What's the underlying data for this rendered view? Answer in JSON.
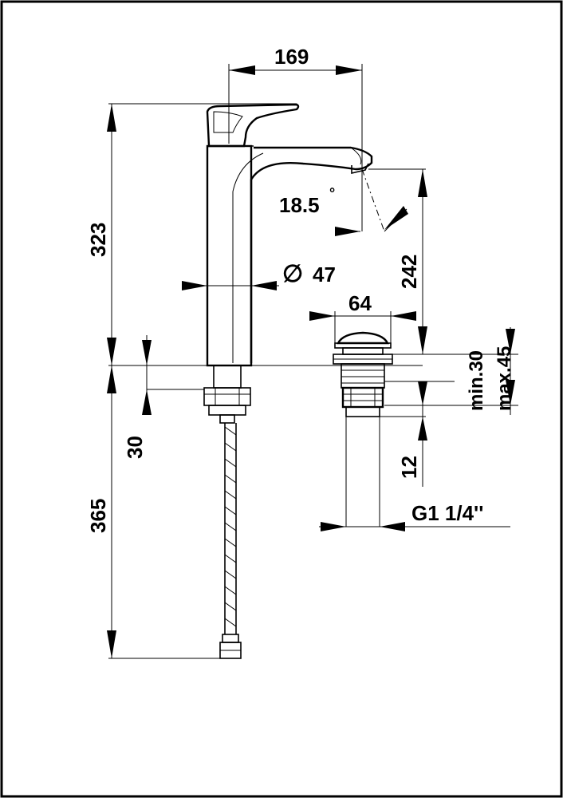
{
  "dimensions": {
    "spout_reach": "169",
    "spout_angle": "18.5",
    "degree_symbol": "°",
    "body_height": "323",
    "body_diameter_symbol": "∅",
    "body_diameter": "47",
    "spout_height": "242",
    "waste_cap_diameter": "64",
    "clamp_min": "min.30",
    "clamp_max": "max.45",
    "waste_thread_length": "12",
    "thread_size": "G1 1/4''",
    "base_thickness": "30",
    "hose_length": "365"
  }
}
